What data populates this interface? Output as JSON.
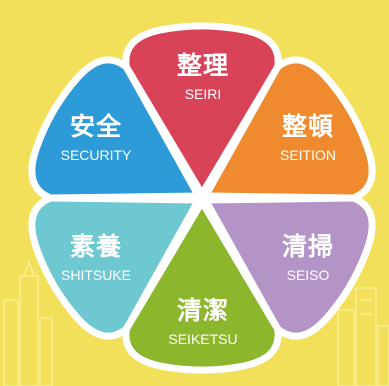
{
  "colors": {
    "background": "#f3e05a",
    "seiri": "#d94358",
    "seiton": "#ef8a2e",
    "seiso": "#b493c6",
    "seiketsu": "#8cb72c",
    "shitsuke": "#6dc8d2",
    "anzen": "#2e9bd9",
    "ring": "#ffffff"
  },
  "petals": {
    "seiri": {
      "kanji": "整理",
      "romaji": "SEIRI"
    },
    "seiton": {
      "kanji": "整頓",
      "romaji": "SEITION"
    },
    "seiso": {
      "kanji": "清掃",
      "romaji": "SEISO"
    },
    "seiketsu": {
      "kanji": "清潔",
      "romaji": "SEIKETSU"
    },
    "shitsuke": {
      "kanji": "素養",
      "romaji": "SHITSUKE"
    },
    "anzen": {
      "kanji": "安全",
      "romaji": "SECURITY"
    }
  }
}
